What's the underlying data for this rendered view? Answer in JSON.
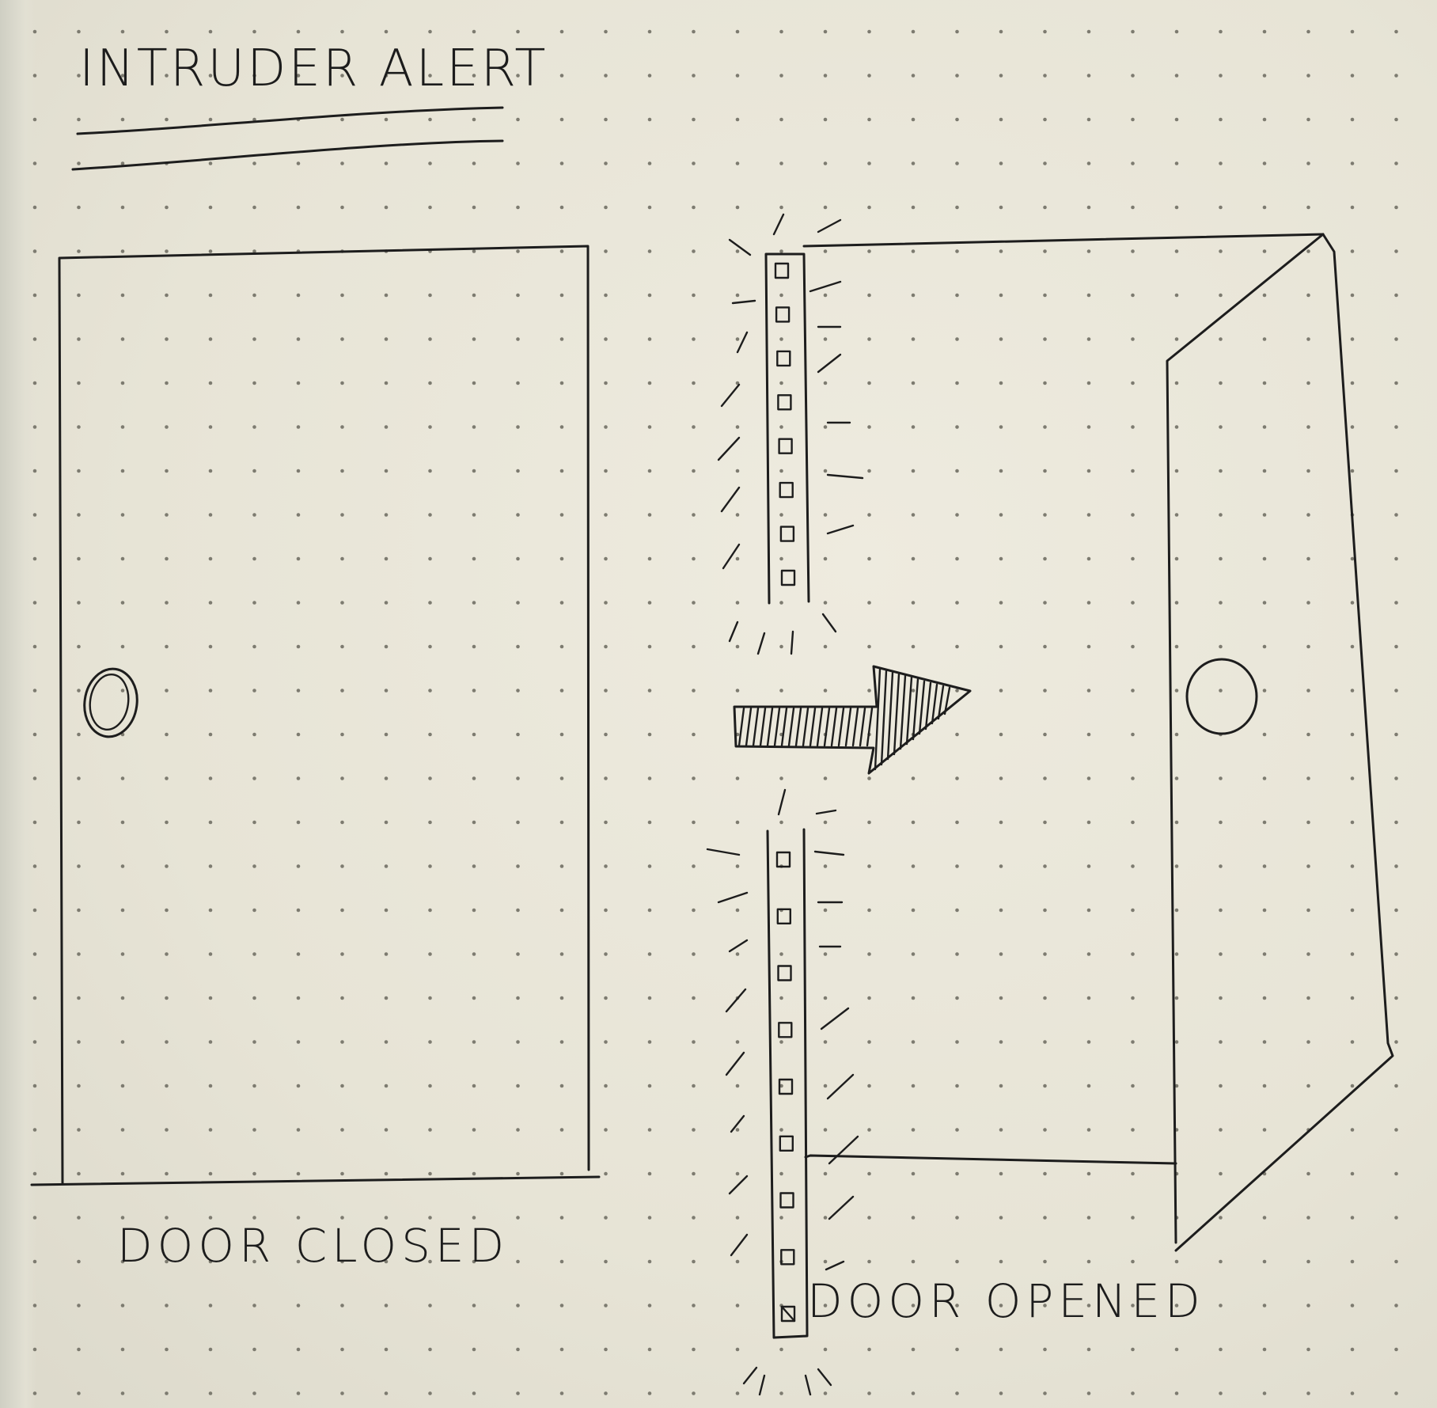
{
  "title": "INTRUDER ALERT",
  "panels": {
    "closed": {
      "caption": "DOOR CLOSED"
    },
    "opened": {
      "caption": "DOOR OPENED"
    }
  },
  "led_strips": {
    "top": {
      "led_count": 8
    },
    "bottom": {
      "led_count": 9
    }
  },
  "colors": {
    "paper": "#e9e6d8",
    "ink": "#1d1d1d",
    "dot": "#7d7b70"
  },
  "icons": [
    "door-knob-icon",
    "arrow-right-icon",
    "led-strip-icon",
    "glow-rays-icon"
  ]
}
